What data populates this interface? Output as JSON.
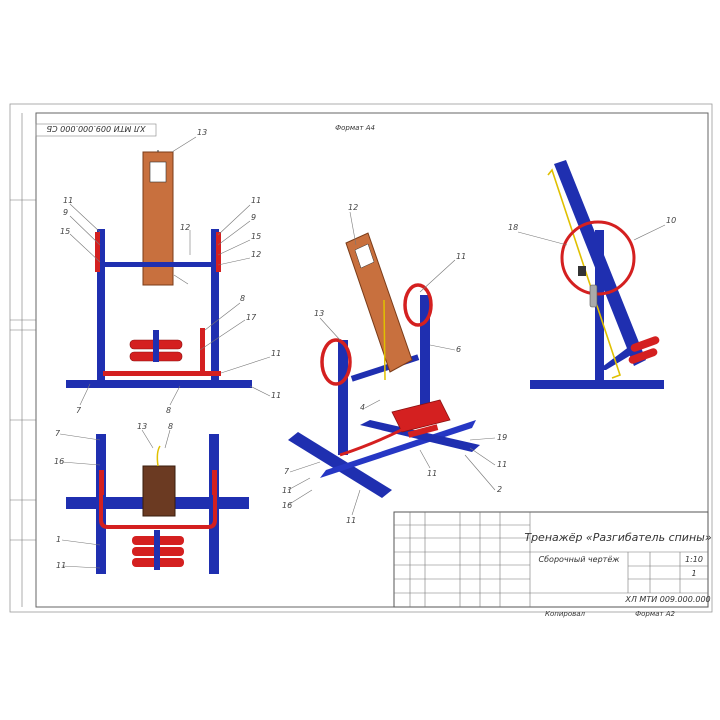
{
  "drawing": {
    "top_left_stamp": "ХЛ МТИ 009.000.000 СБ",
    "top_center_stamp": "Формат А4",
    "title_block": {
      "line1": "Тренажёр «Разгибатель спины»",
      "line2": "Сборочный чертёж",
      "line3": "",
      "designation": "ХЛ МТИ 009.000.000",
      "scale": "1:10",
      "sheet": "1"
    },
    "bottom_stamp_left": "Копировал",
    "bottom_stamp_right": "Формат А2"
  },
  "callouts": {
    "front": [
      "13",
      "11",
      "9",
      "15",
      "12",
      "11",
      "9",
      "15",
      "12",
      "8",
      "17",
      "11",
      "11",
      "7",
      "8"
    ],
    "top": [
      "7",
      "16",
      "13",
      "8",
      "1",
      "11"
    ],
    "iso": [
      "12",
      "11",
      "13",
      "6",
      "4",
      "7",
      "11",
      "16",
      "11",
      "19",
      "11",
      "2"
    ],
    "side": [
      "18",
      "10"
    ]
  },
  "colors": {
    "frame_blue": "#1f2fb0",
    "pipe_red": "#d42020",
    "pad_orange": "#c8703e",
    "cable_yellow": "#e0c000",
    "lines": "#888888"
  }
}
